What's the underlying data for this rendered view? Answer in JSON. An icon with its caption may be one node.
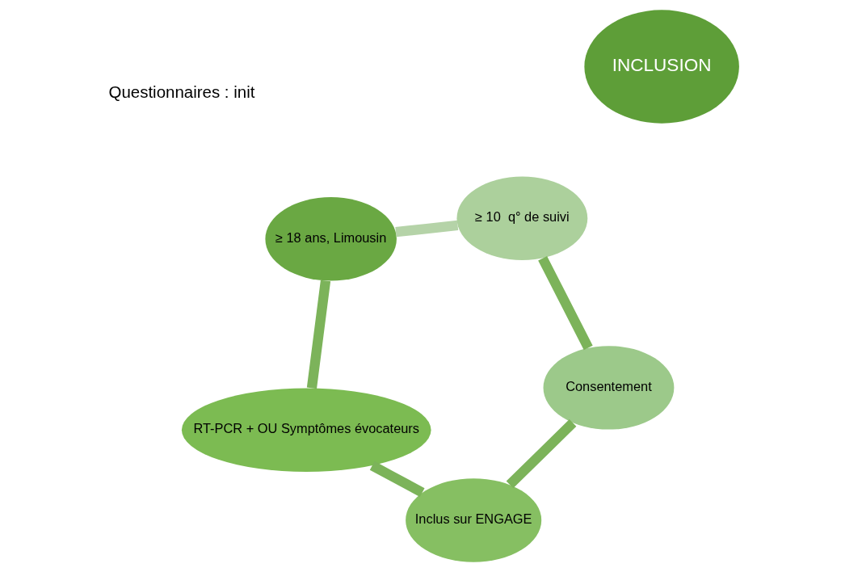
{
  "diagram": {
    "nodes": [
      {
        "text": [
          "≥ 18 ans, Limousin"
        ]
      },
      {
        "text": [
          "RT-PCR + OU Symptômes évocateurs"
        ]
      },
      {
        "text": [
          "Inclus sur ENGAGE"
        ]
      },
      {
        "text": [
          "Consentement"
        ]
      },
      {
        "text": [
          "≥ 10  q° de suivi"
        ]
      },
      {
        "text": [
          "INCLUSION"
        ]
      }
    ],
    "edges": [
      {
        "from": 0,
        "to": 1,
        "arrow": "none"
      },
      {
        "from": 1,
        "to": 2,
        "arrow": "none"
      },
      {
        "from": 2,
        "to": 3,
        "arrow": "none"
      },
      {
        "from": 3,
        "to": 4,
        "arrow": "none"
      },
      {
        "from": 4,
        "to": 0,
        "arrow": "none",
        "color": "#b5d3a8"
      }
    ],
    "labels": [
      "Questionnaires : init"
    ]
  }
}
